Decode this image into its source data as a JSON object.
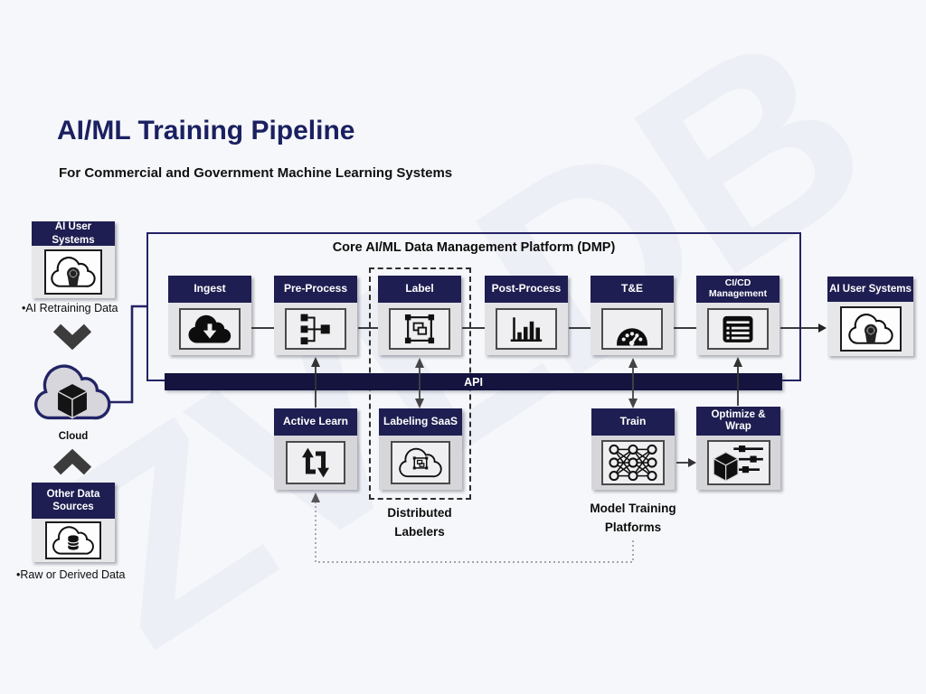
{
  "title": "AI/ML Training Pipeline",
  "subtitle": "For Commercial and Government Machine Learning Systems",
  "watermark": "ZVLDB",
  "colors": {
    "navy_header": "#1e1e52",
    "api_bar": "#14143f",
    "platform_border": "#232366",
    "background": "#f6f7fa"
  },
  "left_column": {
    "ai_user_systems": {
      "label": "AI User Systems",
      "icon": "cloud-ai-head-icon",
      "note": "•AI Retraining Data"
    },
    "cloud": {
      "label": "Cloud",
      "icon": "cloud-cube-icon"
    },
    "other_data_sources": {
      "label": "Other Data Sources",
      "icon": "cloud-database-icon",
      "note": "•Raw or Derived Data"
    }
  },
  "platform": {
    "title": "Core AI/ML Data Management Platform (DMP)",
    "api_label": "API",
    "stages": [
      {
        "label": "Ingest",
        "icon": "cloud-download-icon"
      },
      {
        "label": "Pre-Process",
        "icon": "flow-hierarchy-icon"
      },
      {
        "label": "Label",
        "icon": "bounding-box-icon"
      },
      {
        "label": "Post-Process",
        "icon": "bar-chart-icon"
      },
      {
        "label": "T&E",
        "icon": "gauge-icon"
      },
      {
        "label": "CI/CD Management",
        "icon": "checklist-icon"
      }
    ]
  },
  "bottom_row": {
    "active_learn": {
      "label": "Active Learn",
      "icon": "cycle-arrows-icon"
    },
    "labeling_saas": {
      "label": "Labeling SaaS",
      "icon": "cloud-label-icon"
    },
    "train": {
      "label": "Train",
      "icon": "neural-network-icon"
    },
    "optimize_wrap": {
      "label": "Optimize & Wrap",
      "icon": "cube-sliders-icon"
    },
    "distributed_labelers_caption": "Distributed Labelers",
    "model_training_caption": "Model Training Platforms"
  },
  "right_column": {
    "ai_user_systems": {
      "label": "AI User Systems",
      "icon": "cloud-ai-head-icon"
    }
  }
}
